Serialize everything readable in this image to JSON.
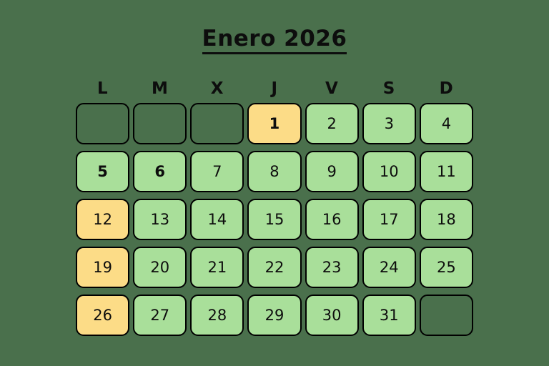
{
  "calendar": {
    "title": "Enero 2026",
    "month_name": "Enero",
    "year": "2026",
    "locale_hint": "es",
    "weekdays": [
      {
        "label": "L",
        "name": "lunes"
      },
      {
        "label": "M",
        "name": "martes"
      },
      {
        "label": "X",
        "name": "miercoles"
      },
      {
        "label": "J",
        "name": "jueves"
      },
      {
        "label": "V",
        "name": "viernes"
      },
      {
        "label": "S",
        "name": "sabado"
      },
      {
        "label": "D",
        "name": "domingo"
      }
    ],
    "colors": {
      "background": "#4a704c",
      "day_green": "#a9df9a",
      "day_highlight_yellow": "#fcdc87",
      "border": "#000000",
      "text": "#0d0d0d"
    },
    "weeks": [
      [
        {
          "label": "",
          "state": "empty",
          "emphasis": "normal"
        },
        {
          "label": "",
          "state": "empty",
          "emphasis": "normal"
        },
        {
          "label": "",
          "state": "empty",
          "emphasis": "normal"
        },
        {
          "label": "1",
          "state": "yellow",
          "emphasis": "bold"
        },
        {
          "label": "2",
          "state": "green",
          "emphasis": "normal"
        },
        {
          "label": "3",
          "state": "green",
          "emphasis": "normal"
        },
        {
          "label": "4",
          "state": "green",
          "emphasis": "normal"
        }
      ],
      [
        {
          "label": "5",
          "state": "green",
          "emphasis": "bold"
        },
        {
          "label": "6",
          "state": "green",
          "emphasis": "bold"
        },
        {
          "label": "7",
          "state": "green",
          "emphasis": "normal"
        },
        {
          "label": "8",
          "state": "green",
          "emphasis": "normal"
        },
        {
          "label": "9",
          "state": "green",
          "emphasis": "normal"
        },
        {
          "label": "10",
          "state": "green",
          "emphasis": "normal"
        },
        {
          "label": "11",
          "state": "green",
          "emphasis": "normal"
        }
      ],
      [
        {
          "label": "12",
          "state": "yellow",
          "emphasis": "normal"
        },
        {
          "label": "13",
          "state": "green",
          "emphasis": "normal"
        },
        {
          "label": "14",
          "state": "green",
          "emphasis": "normal"
        },
        {
          "label": "15",
          "state": "green",
          "emphasis": "normal"
        },
        {
          "label": "16",
          "state": "green",
          "emphasis": "normal"
        },
        {
          "label": "17",
          "state": "green",
          "emphasis": "normal"
        },
        {
          "label": "18",
          "state": "green",
          "emphasis": "normal"
        }
      ],
      [
        {
          "label": "19",
          "state": "yellow",
          "emphasis": "normal"
        },
        {
          "label": "20",
          "state": "green",
          "emphasis": "normal"
        },
        {
          "label": "21",
          "state": "green",
          "emphasis": "normal"
        },
        {
          "label": "22",
          "state": "green",
          "emphasis": "normal"
        },
        {
          "label": "23",
          "state": "green",
          "emphasis": "normal"
        },
        {
          "label": "24",
          "state": "green",
          "emphasis": "normal"
        },
        {
          "label": "25",
          "state": "green",
          "emphasis": "normal"
        }
      ],
      [
        {
          "label": "26",
          "state": "yellow",
          "emphasis": "normal"
        },
        {
          "label": "27",
          "state": "green",
          "emphasis": "normal"
        },
        {
          "label": "28",
          "state": "green",
          "emphasis": "normal"
        },
        {
          "label": "29",
          "state": "green",
          "emphasis": "normal"
        },
        {
          "label": "30",
          "state": "green",
          "emphasis": "normal"
        },
        {
          "label": "31",
          "state": "green",
          "emphasis": "normal"
        },
        {
          "label": "",
          "state": "empty",
          "emphasis": "normal"
        }
      ]
    ]
  }
}
